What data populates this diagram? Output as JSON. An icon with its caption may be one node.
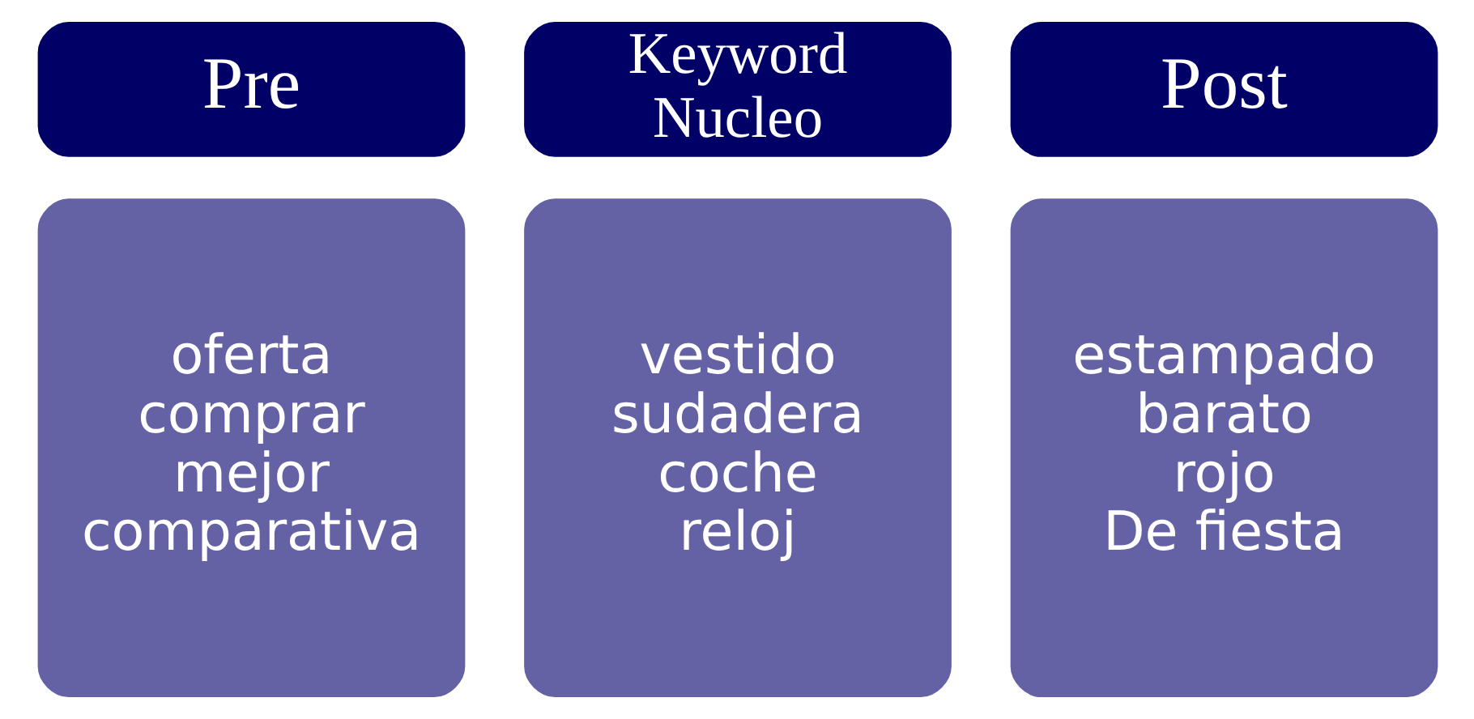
{
  "diagram": {
    "nodes": [
      {
        "text": [
          "Pre"
        ]
      },
      {
        "text": [
          "Keyword Nucleo"
        ]
      },
      {
        "text": [
          "Post"
        ]
      },
      {
        "text": [
          "oferta",
          "comprar",
          "mejor",
          "comparativa"
        ]
      },
      {
        "text": [
          "vestido",
          "sudadera",
          "coche",
          "reloj"
        ]
      },
      {
        "text": [
          "estampado",
          "barato",
          "rojo",
          "De fiesta"
        ]
      }
    ]
  }
}
